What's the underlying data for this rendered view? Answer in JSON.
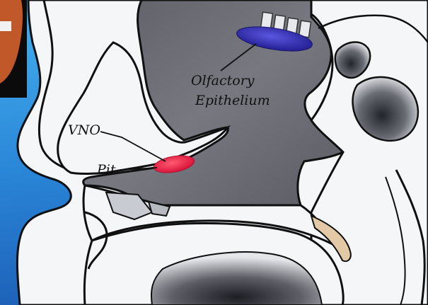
{
  "labels": {
    "olfactory_line1": "Olfactory",
    "olfactory_line2": "Epithelium",
    "vno": "VNO",
    "pit": "Pit"
  },
  "colors": {
    "background_blue": "#1f7fd6",
    "cavity_gray": "#6f7079",
    "outline": "#101010",
    "tissue_white": "#f4f6f8",
    "olfactory_blue": "#3432b8",
    "vno_red": "#ee2a48"
  }
}
